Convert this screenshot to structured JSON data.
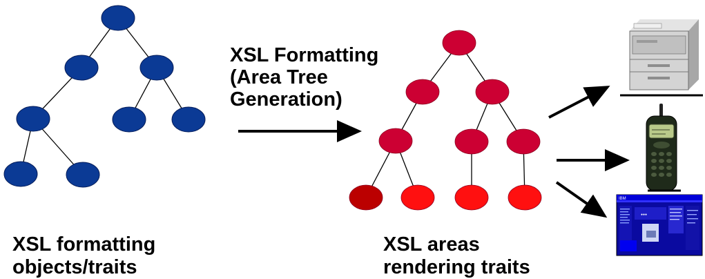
{
  "labels": {
    "input": [
      "XSL formatting",
      "objects/traits"
    ],
    "process": [
      "XSL Formatting",
      "(Area Tree",
      "Generation)"
    ],
    "output": [
      "XSL areas",
      "rendering traits"
    ]
  },
  "colors": {
    "fo_node": "#0b3a95",
    "fo_node_stroke": "#061d5a",
    "area_node": "#cc0033",
    "area_leaf": "#ff1010",
    "area_leaf_dark": "#bb0000",
    "edge": "#000000"
  },
  "devices": [
    "printer-icon",
    "mobile-phone-icon",
    "web-page-icon"
  ],
  "screen_text": {
    "brand": "IBM"
  }
}
